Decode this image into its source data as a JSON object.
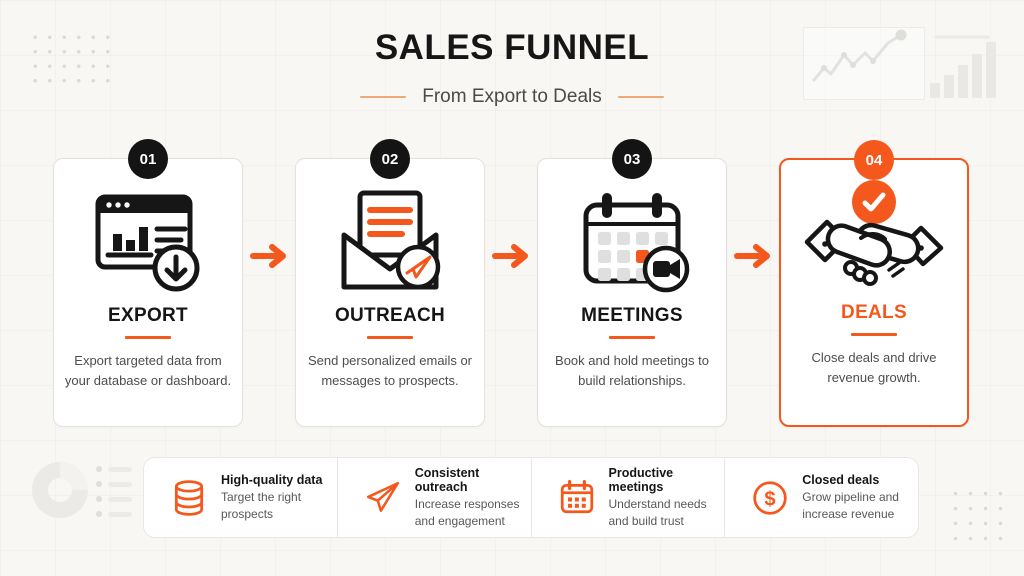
{
  "colors": {
    "accent": "#F4581C",
    "accent_soft": "#F0A87A",
    "badge_dark": "#141414"
  },
  "header": {
    "title": "SALES FUNNEL",
    "subtitle": "From Export to Deals"
  },
  "steps": [
    {
      "number": "01",
      "title": "EXPORT",
      "description": "Export targeted data from your database or dashboard.",
      "icon": "export-dashboard-icon"
    },
    {
      "number": "02",
      "title": "OUTREACH",
      "description": "Send personalized emails or messages to prospects.",
      "icon": "email-outreach-icon"
    },
    {
      "number": "03",
      "title": "MEETINGS",
      "description": "Book and hold meetings to build relationships.",
      "icon": "calendar-video-icon"
    },
    {
      "number": "04",
      "title": "DEALS",
      "description": "Close deals and drive revenue growth.",
      "icon": "handshake-check-icon"
    }
  ],
  "benefits": [
    {
      "title": "High-quality data",
      "description": "Target the right prospects",
      "icon": "database-icon"
    },
    {
      "title": "Consistent outreach",
      "description": "Increase responses and engagement",
      "icon": "paper-plane-icon"
    },
    {
      "title": "Productive meetings",
      "description": "Understand needs and build trust",
      "icon": "calendar-icon"
    },
    {
      "title": "Closed deals",
      "description": "Grow pipeline and increase revenue",
      "icon": "dollar-icon"
    }
  ]
}
